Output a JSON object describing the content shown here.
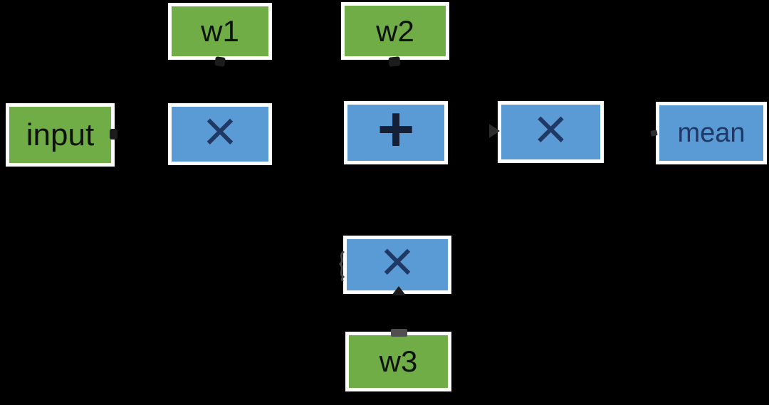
{
  "diagram": {
    "nodes": {
      "input": {
        "label": "input",
        "kind": "tensor"
      },
      "w1": {
        "label": "w1",
        "kind": "tensor"
      },
      "w2": {
        "label": "w2",
        "kind": "tensor"
      },
      "w3": {
        "label": "w3",
        "kind": "tensor"
      },
      "mul1": {
        "label": "×",
        "kind": "op"
      },
      "add": {
        "label": "+",
        "kind": "op"
      },
      "mul2": {
        "label": "×",
        "kind": "op"
      },
      "mul3": {
        "label": "×",
        "kind": "op"
      },
      "mean": {
        "label": "mean",
        "kind": "op"
      }
    }
  },
  "colors": {
    "bg": "#000000",
    "green": "#70ad47",
    "blue": "#5b9bd5",
    "border": "#ffffff",
    "label": "#0d120b",
    "symbol": "#1f3864",
    "plus": "#141f38",
    "meantext": "#1f3864"
  }
}
